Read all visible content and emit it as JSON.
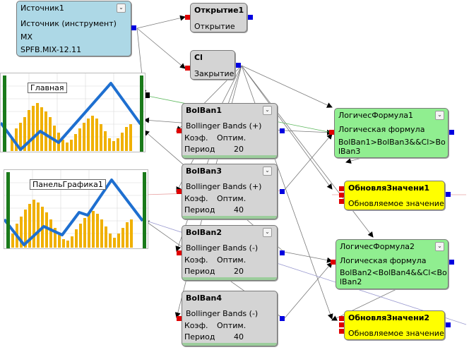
{
  "colors": {
    "source_node": "#add8e6",
    "indicator_node": "#d4d4d4",
    "formula_node": "#90ee90",
    "update_node": "#ffff00",
    "input_port": "#e00000",
    "output_port": "#0000e0",
    "price_line": "#1e6fd0",
    "volume_bars": "#f0b000"
  },
  "icons": {
    "collapse": "double-chevron-down-icon"
  },
  "source": {
    "title": "Источник1",
    "line1": "Источник (инструмент)",
    "line2": "MX",
    "line3": "SPFB.MIX-12.11"
  },
  "open_node": {
    "title": "Открытие1",
    "subtitle": "Открытие"
  },
  "close_node": {
    "title": "Cl",
    "subtitle": "Закрытие"
  },
  "bolban1": {
    "title": "BolBan1",
    "type": "Bollinger Bands (+)",
    "coef_label": "Коэф.",
    "coef_value": "Оптим.",
    "period_label": "Период",
    "period_value": "20"
  },
  "bolban3": {
    "title": "BolBan3",
    "type": "Bollinger Bands (+)",
    "coef_label": "Коэф.",
    "coef_value": "Оптим.",
    "period_label": "Период",
    "period_value": "40"
  },
  "bolban2": {
    "title": "BolBan2",
    "type": "Bollinger Bands (-)",
    "coef_label": "Коэф.",
    "coef_value": "Оптим.",
    "period_label": "Период",
    "period_value": "20"
  },
  "bolban4": {
    "title": "BolBan4",
    "type": "Bollinger Bands (-)",
    "coef_label": "Коэф.",
    "coef_value": "Оптим.",
    "period_label": "Период",
    "period_value": "40"
  },
  "formula1": {
    "title": "ЛогичесФормула1",
    "type": "Логическая формула",
    "expr_line1": "BolBan1>BolBan3&&Cl>Bo",
    "expr_line2": "lBan3"
  },
  "formula2": {
    "title": "ЛогичесФормула2",
    "type": "Логическая формула",
    "expr_line1": "BolBan2<BolBan4&&Cl<Bo",
    "expr_line2": "lBan2"
  },
  "update1": {
    "title": "ОбновляЗначени1",
    "subtitle": "Обновляемое значение"
  },
  "update2": {
    "title": "ОбновляЗначени2",
    "subtitle": "Обновляемое значение"
  },
  "chart_main": {
    "label": "Главная"
  },
  "chart_panel": {
    "label": "ПанельГрафика1"
  }
}
